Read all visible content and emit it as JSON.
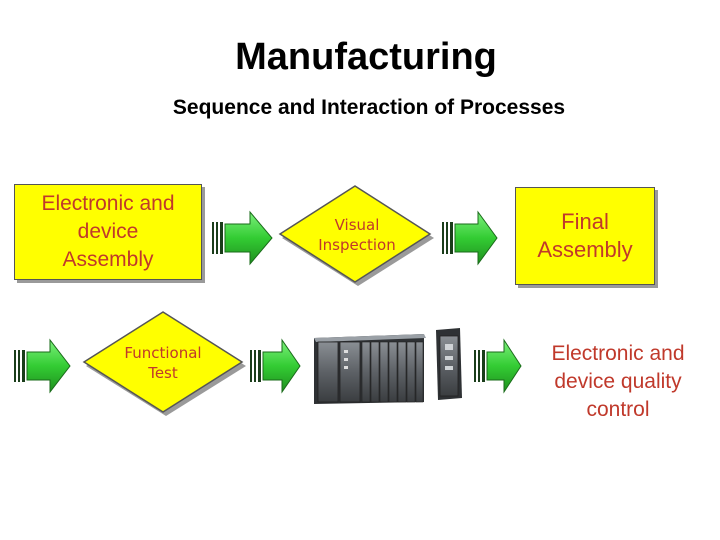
{
  "header": {
    "title": "Manufacturing",
    "subtitle": "Sequence and Interaction of Processes"
  },
  "nodes": {
    "electronic_assembly": "Electronic and\ndevice\nAssembly",
    "visual_inspection": "Visual\nInspection",
    "final_assembly": "Final\nAssembly",
    "functional_test": "Functional\nTest",
    "quality_control": "Electronic and\ndevice quality\ncontrol"
  },
  "colors": {
    "box_fill": "#ffff00",
    "text": "#c0392b",
    "arrow_fill": "#33cc33",
    "arrow_dark": "#1a6b1a"
  },
  "images": {
    "device": "plc-rack-icon"
  }
}
